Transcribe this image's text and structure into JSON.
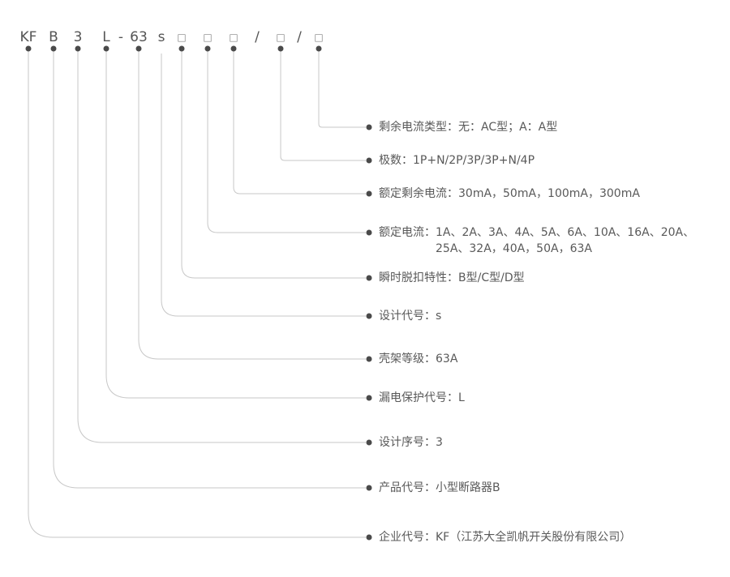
{
  "model_code": {
    "segments": [
      "KF",
      "B",
      "3",
      "L",
      "-",
      "63",
      "s",
      "□",
      "□",
      "□",
      "/",
      "□",
      "/",
      "□"
    ]
  },
  "labels": [
    {
      "text": "剩余电流类型：无：AC型；A：A型"
    },
    {
      "text": "极数：1P+N/2P/3P/3P+N/4P"
    },
    {
      "text": "额定剩余电流：30mA，50mA，100mA，300mA"
    },
    {
      "text": "额定电流：1A、2A、3A、4A、5A、6A、10A、16A、20A、",
      "line2": "25A、32A，40A，50A，63A"
    },
    {
      "text": "瞬时脱扣特性：B型/C型/D型"
    },
    {
      "text": "设计代号：s"
    },
    {
      "text": "壳架等级：63A"
    },
    {
      "text": "漏电保护代号：L"
    },
    {
      "text": "设计序号：3"
    },
    {
      "text": "产品代号：小型断路器B"
    },
    {
      "text": "企业代号：KF（江苏大全凯帆开关股份有限公司）"
    }
  ],
  "colors": {
    "line": "#c7c7c7",
    "dot": "#4a4a4a",
    "text": "#595959"
  }
}
